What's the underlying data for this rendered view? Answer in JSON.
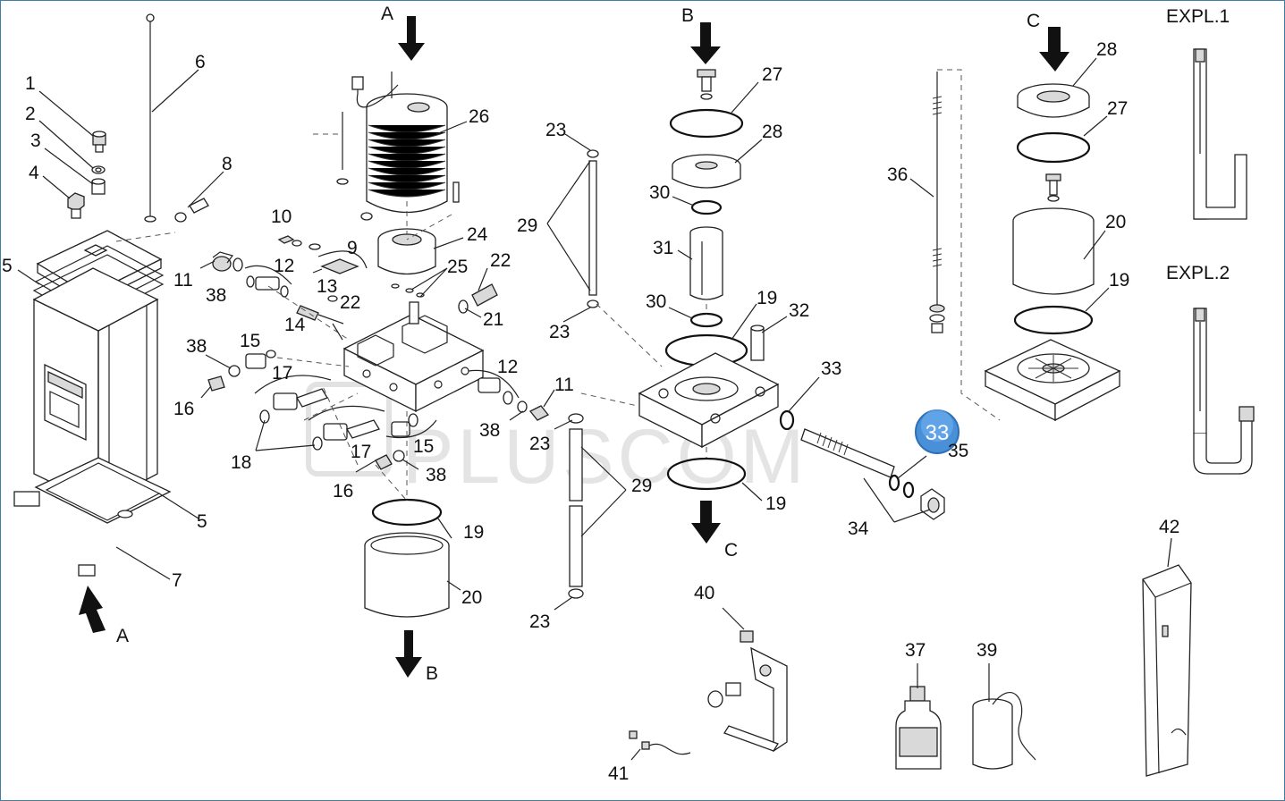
{
  "diagram": {
    "watermark": "PLUSCOM",
    "badge": "33",
    "arrows": [
      {
        "id": "arrow-a-top",
        "text": "A"
      },
      {
        "id": "arrow-a-bottom",
        "text": "A"
      },
      {
        "id": "arrow-b-top",
        "text": "B"
      },
      {
        "id": "arrow-b-bottom",
        "text": "B"
      },
      {
        "id": "arrow-c-top",
        "text": "C"
      },
      {
        "id": "arrow-c-bottom",
        "text": "C"
      }
    ],
    "callouts": [
      "1",
      "2",
      "3",
      "4",
      "5",
      "5",
      "6",
      "7",
      "8",
      "9",
      "10",
      "11",
      "38",
      "12",
      "13",
      "14",
      "22",
      "15",
      "38",
      "16",
      "17",
      "18",
      "17",
      "16",
      "15",
      "38",
      "19",
      "20",
      "26",
      "24",
      "25",
      "22",
      "21",
      "12",
      "11",
      "38",
      "23",
      "29",
      "23",
      "23",
      "29",
      "23",
      "27",
      "28",
      "30",
      "31",
      "30",
      "19",
      "32",
      "33",
      "19",
      "34",
      "35",
      "36",
      "28",
      "27",
      "20",
      "19",
      "40",
      "41",
      "37",
      "39",
      "42"
    ],
    "explanations": [
      "EXPL.1",
      "EXPL.2"
    ]
  }
}
